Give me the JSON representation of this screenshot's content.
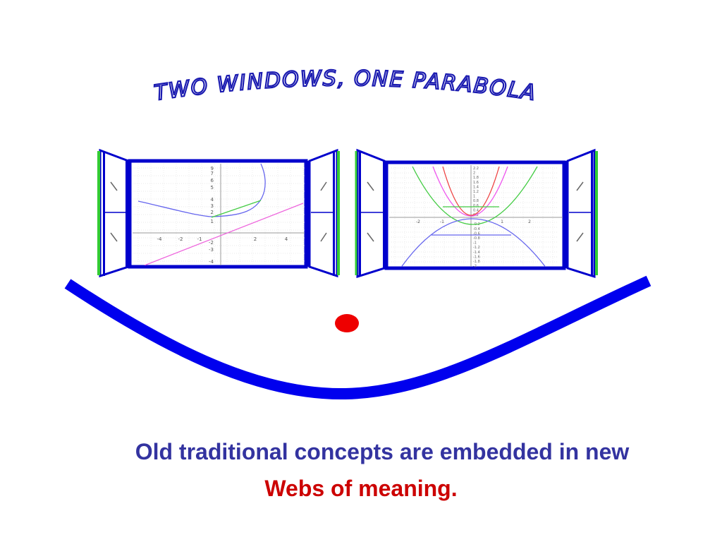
{
  "title": "TWO   WINDOWS,  ONE PARABOLA",
  "caption": {
    "line1": "Old traditional concepts are embedded in new",
    "line2": "Webs of meaning."
  },
  "colors": {
    "title_fill": "#ffffff",
    "title_stroke": "#1a1ab0",
    "frame_blue": "#0000cc",
    "frame_green": "#33cc33",
    "smile_blue": "#0000ee",
    "dot_red": "#ee0000",
    "caption_blue": "#3333a0",
    "caption_red": "#cc0000"
  },
  "left_window": {
    "x_ticks": [
      "-4",
      "-2",
      "-1",
      "2",
      "4"
    ],
    "y_ticks": [
      "9",
      "7",
      "6",
      "5",
      "4",
      "3",
      "2",
      "1",
      "-2",
      "-3",
      "-4"
    ]
  },
  "right_window": {
    "x_ticks": [
      "-2",
      "-1",
      "1",
      "2"
    ],
    "y_ticks": [
      "2.2",
      "2",
      "1.8",
      "1.6",
      "1.4",
      "1.2",
      "1",
      "0.8",
      "0.6",
      "0.4",
      "0.2",
      "-0.2",
      "-0.4",
      "-0.6",
      "-0.8",
      "-1",
      "-1.2",
      "-1.4",
      "-1.6",
      "-1.8",
      "-2"
    ]
  }
}
